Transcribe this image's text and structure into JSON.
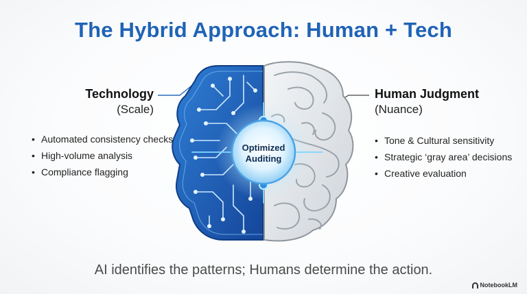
{
  "title": "The Hybrid Approach: Human + Tech",
  "left": {
    "heading": "Technology",
    "subheading": "(Scale)",
    "bullets": [
      "Automated consistency checks",
      "High-volume analysis",
      "Compliance flagging"
    ]
  },
  "right": {
    "heading": "Human Judgment",
    "subheading": "(Nuance)",
    "bullets": [
      "Tone & Cultural sensitivity",
      "Strategic ‘gray area’ decisions",
      "Creative evaluation"
    ]
  },
  "center": {
    "line1": "Optimized",
    "line2": "Auditing"
  },
  "caption": "AI identifies the patterns; Humans determine the action.",
  "watermark": "NotebookLM",
  "colors": {
    "title": "#1f63b6",
    "tech_brain": "#1f5fb0",
    "circuit": "#bfe1ff",
    "human_brain": "#e4e7ea",
    "glow": "#9fe0ff"
  },
  "icons": {
    "tech": "circuit-brain-half",
    "human": "organic-brain-half",
    "center": "glowing-core-node"
  }
}
